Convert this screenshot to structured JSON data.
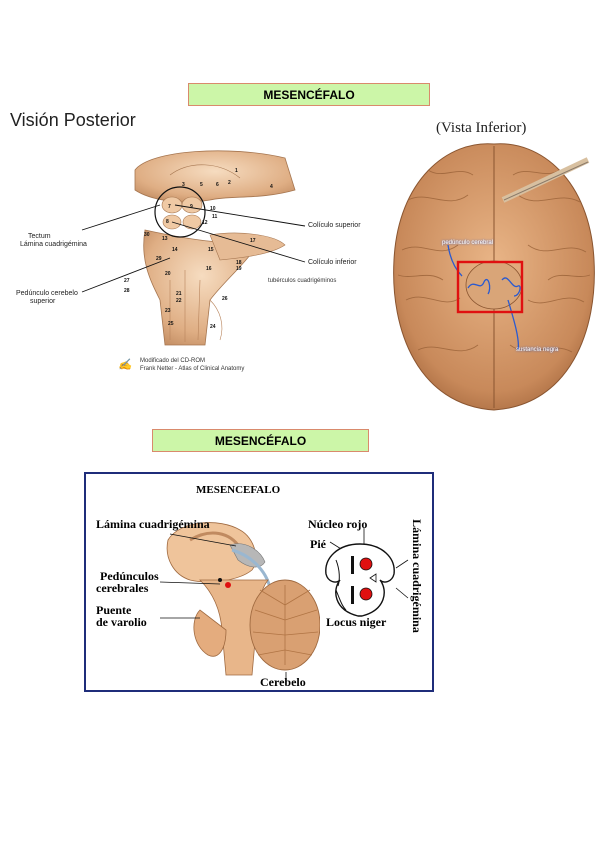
{
  "banner_top": "MESENCÉFALO",
  "banner_bottom": "MESENCÉFALO",
  "posterior": {
    "heading": "Visión Posterior",
    "labels": {
      "tectum": "Tectum",
      "lamina": "Lámina cuadrigémina",
      "pedunculo_line1": "Pedúnculo cerebelo",
      "pedunculo_line2": "superior",
      "coliculo_sup": "Colículo superior",
      "coliculo_inf": "Colículo inferior",
      "tuberculos": "tubérculos cuadrigéminos"
    },
    "numbers": [
      "1",
      "2",
      "3",
      "4",
      "5",
      "6",
      "7",
      "8",
      "9",
      "10",
      "11",
      "12",
      "13",
      "14",
      "15",
      "16",
      "17",
      "18",
      "19",
      "20",
      "21",
      "22",
      "23",
      "24",
      "25",
      "26",
      "27",
      "28",
      "29",
      "30"
    ],
    "credit_line1": "Modificado del CD-ROM",
    "credit_line2": "Frank Netter - Atlas of Clinical Anatomy"
  },
  "inferior": {
    "heading": "(Vista Inferior)",
    "label_pedunculo": "pedúnculo cerebral",
    "label_sustancia": "sustancia negra"
  },
  "diagram": {
    "title": "MESENCEFALO",
    "lamina": "Lámina cuadrigémina",
    "pedunculos_line1": "Pedúnculos",
    "pedunculos_line2": "cerebrales",
    "puente_line1": "Puente",
    "puente_line2": "de varolio",
    "cerebelo": "Cerebelo",
    "nucleo": "Núcleo rojo",
    "pie": "Pié",
    "locus": "Locus niger",
    "lamina_vertical": "Lámina cuadrigémina"
  },
  "colors": {
    "banner_bg": "#ccf6a8",
    "banner_border": "#d98a6c",
    "frame_border": "#1f2d7a",
    "highlight_red": "#e01010",
    "annotation_blue": "#2a5ad0"
  }
}
